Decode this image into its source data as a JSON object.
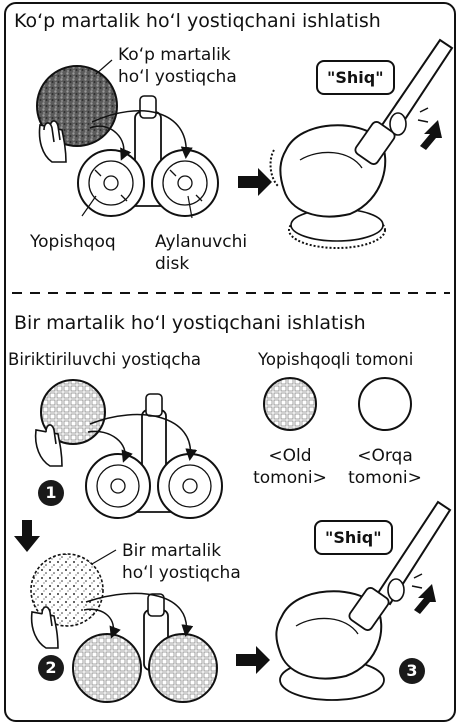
{
  "section1": {
    "title": "Koʻp martalik hoʻl yostiqchani ishlatish",
    "pad_label_line1": "Koʻp martalik",
    "pad_label_line2": "hoʻl yostiqcha",
    "velcro_label": "Yopishqoq",
    "disk_label_line1": "Aylanuvchi",
    "disk_label_line2": "disk",
    "click_text": "\"Shiq\""
  },
  "section2": {
    "title": "Bir martalik hoʻl yostiqchani ishlatish",
    "attach_pad_label": "Biriktiriluvchi yostiqcha",
    "velcro_side_label": "Yopishqoqli tomoni",
    "front_line1": "<Old",
    "front_line2": "tomoni>",
    "back_line1": "<Orqa",
    "back_line2": "tomoni>",
    "disposable_label_line1": "Bir martalik",
    "disposable_label_line2": "hoʻl yostiqcha",
    "click_text": "\"Shiq\"",
    "step1": "1",
    "step2": "2",
    "step3": "3"
  }
}
